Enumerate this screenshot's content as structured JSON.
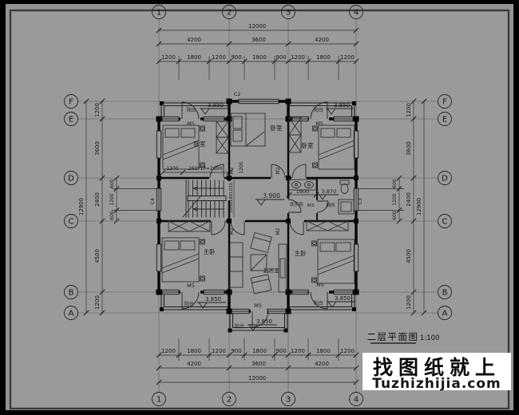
{
  "axes": {
    "cols": [
      "1",
      "2",
      "3",
      "4"
    ],
    "rows": [
      "F",
      "E",
      "D",
      "C",
      "B",
      "A"
    ]
  },
  "dims": {
    "h_total": "12000",
    "h_mid": [
      "4200",
      "3600",
      "4200"
    ],
    "h_small": [
      "1200",
      "1800",
      "1200",
      "900",
      "1800",
      "900",
      "1200",
      "1800",
      "1200"
    ],
    "v_total": "12900",
    "v_seg": [
      "1200",
      "3600",
      "2400",
      "4500",
      "1200"
    ],
    "v_inner": [
      "600",
      "1200",
      "600"
    ],
    "bed1_width": "1200",
    "stair_run": "260*10=2600",
    "stair_rise": [
      "1030",
      "180",
      "1030"
    ],
    "wash_width": "1800",
    "bed2_height": "1200"
  },
  "levels": {
    "balcony": "3.850",
    "hall": "3.900",
    "toilet": "3.870"
  },
  "rooms": {
    "bedroom": "卧室",
    "master": "主卧",
    "living": "起居室",
    "washroom": "洗手间",
    "toilet": "厕所",
    "balcony": "阳台"
  },
  "openings": {
    "m5": "M5",
    "m2": "M2",
    "m3": "M3",
    "c2": "C2",
    "c3": "C3",
    "c4": "C4"
  },
  "title": {
    "name": "二层平面图",
    "scale": "1:100"
  },
  "watermark": {
    "line1": "找图纸就上",
    "line2": "Tuzhizhijia.com"
  },
  "colors": {
    "paper": "#9a9a9a",
    "ink": "#161616",
    "watermark_link": "#2222c4",
    "watermark_bg": "#ffffff"
  }
}
